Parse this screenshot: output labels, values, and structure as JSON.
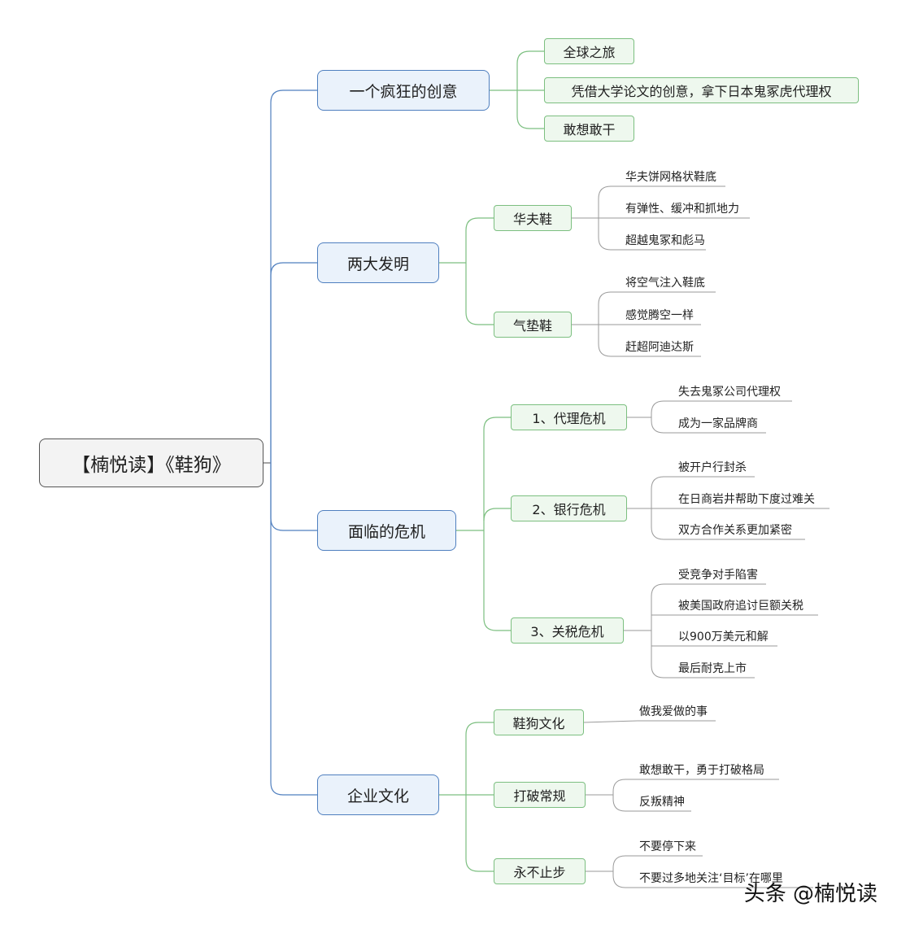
{
  "root": "【楠悦读】《鞋狗》",
  "branches": [
    {
      "label": "一个疯狂的创意",
      "children": [
        {
          "label": "全球之旅"
        },
        {
          "label": "凭借大学论文的创意，拿下日本鬼冢虎代理权"
        },
        {
          "label": "敢想敢干"
        }
      ]
    },
    {
      "label": "两大发明",
      "children": [
        {
          "label": "华夫鞋",
          "leaves": [
            "华夫饼网格状鞋底",
            "有弹性、缓冲和抓地力",
            "超越鬼冢和彪马"
          ]
        },
        {
          "label": "气垫鞋",
          "leaves": [
            "将空气注入鞋底",
            "感觉腾空一样",
            "赶超阿迪达斯"
          ]
        }
      ]
    },
    {
      "label": "面临的危机",
      "children": [
        {
          "label": "1、代理危机",
          "leaves": [
            "失去鬼冢公司代理权",
            "成为一家品牌商"
          ]
        },
        {
          "label": "2、银行危机",
          "leaves": [
            "被开户行封杀",
            "在日商岩井帮助下度过难关",
            "双方合作关系更加紧密"
          ]
        },
        {
          "label": "3、关税危机",
          "leaves": [
            "受竞争对手陷害",
            "被美国政府追讨巨额关税",
            "以900万美元和解",
            "最后耐克上市"
          ]
        }
      ]
    },
    {
      "label": "企业文化",
      "children": [
        {
          "label": "鞋狗文化",
          "leaves": [
            "做我爱做的事"
          ]
        },
        {
          "label": "打破常规",
          "leaves": [
            "敢想敢干，勇于打破格局",
            "反叛精神"
          ]
        },
        {
          "label": "永不止步",
          "leaves": [
            "不要停下来",
            "不要过多地关注‘目标’在哪里"
          ]
        }
      ]
    }
  ],
  "watermark": "头条 @楠悦读",
  "colors": {
    "main_line": "#4f7fbf",
    "sub_line": "#7cbf80",
    "leaf_line": "#9a9a9a",
    "root_line": "#666666"
  }
}
